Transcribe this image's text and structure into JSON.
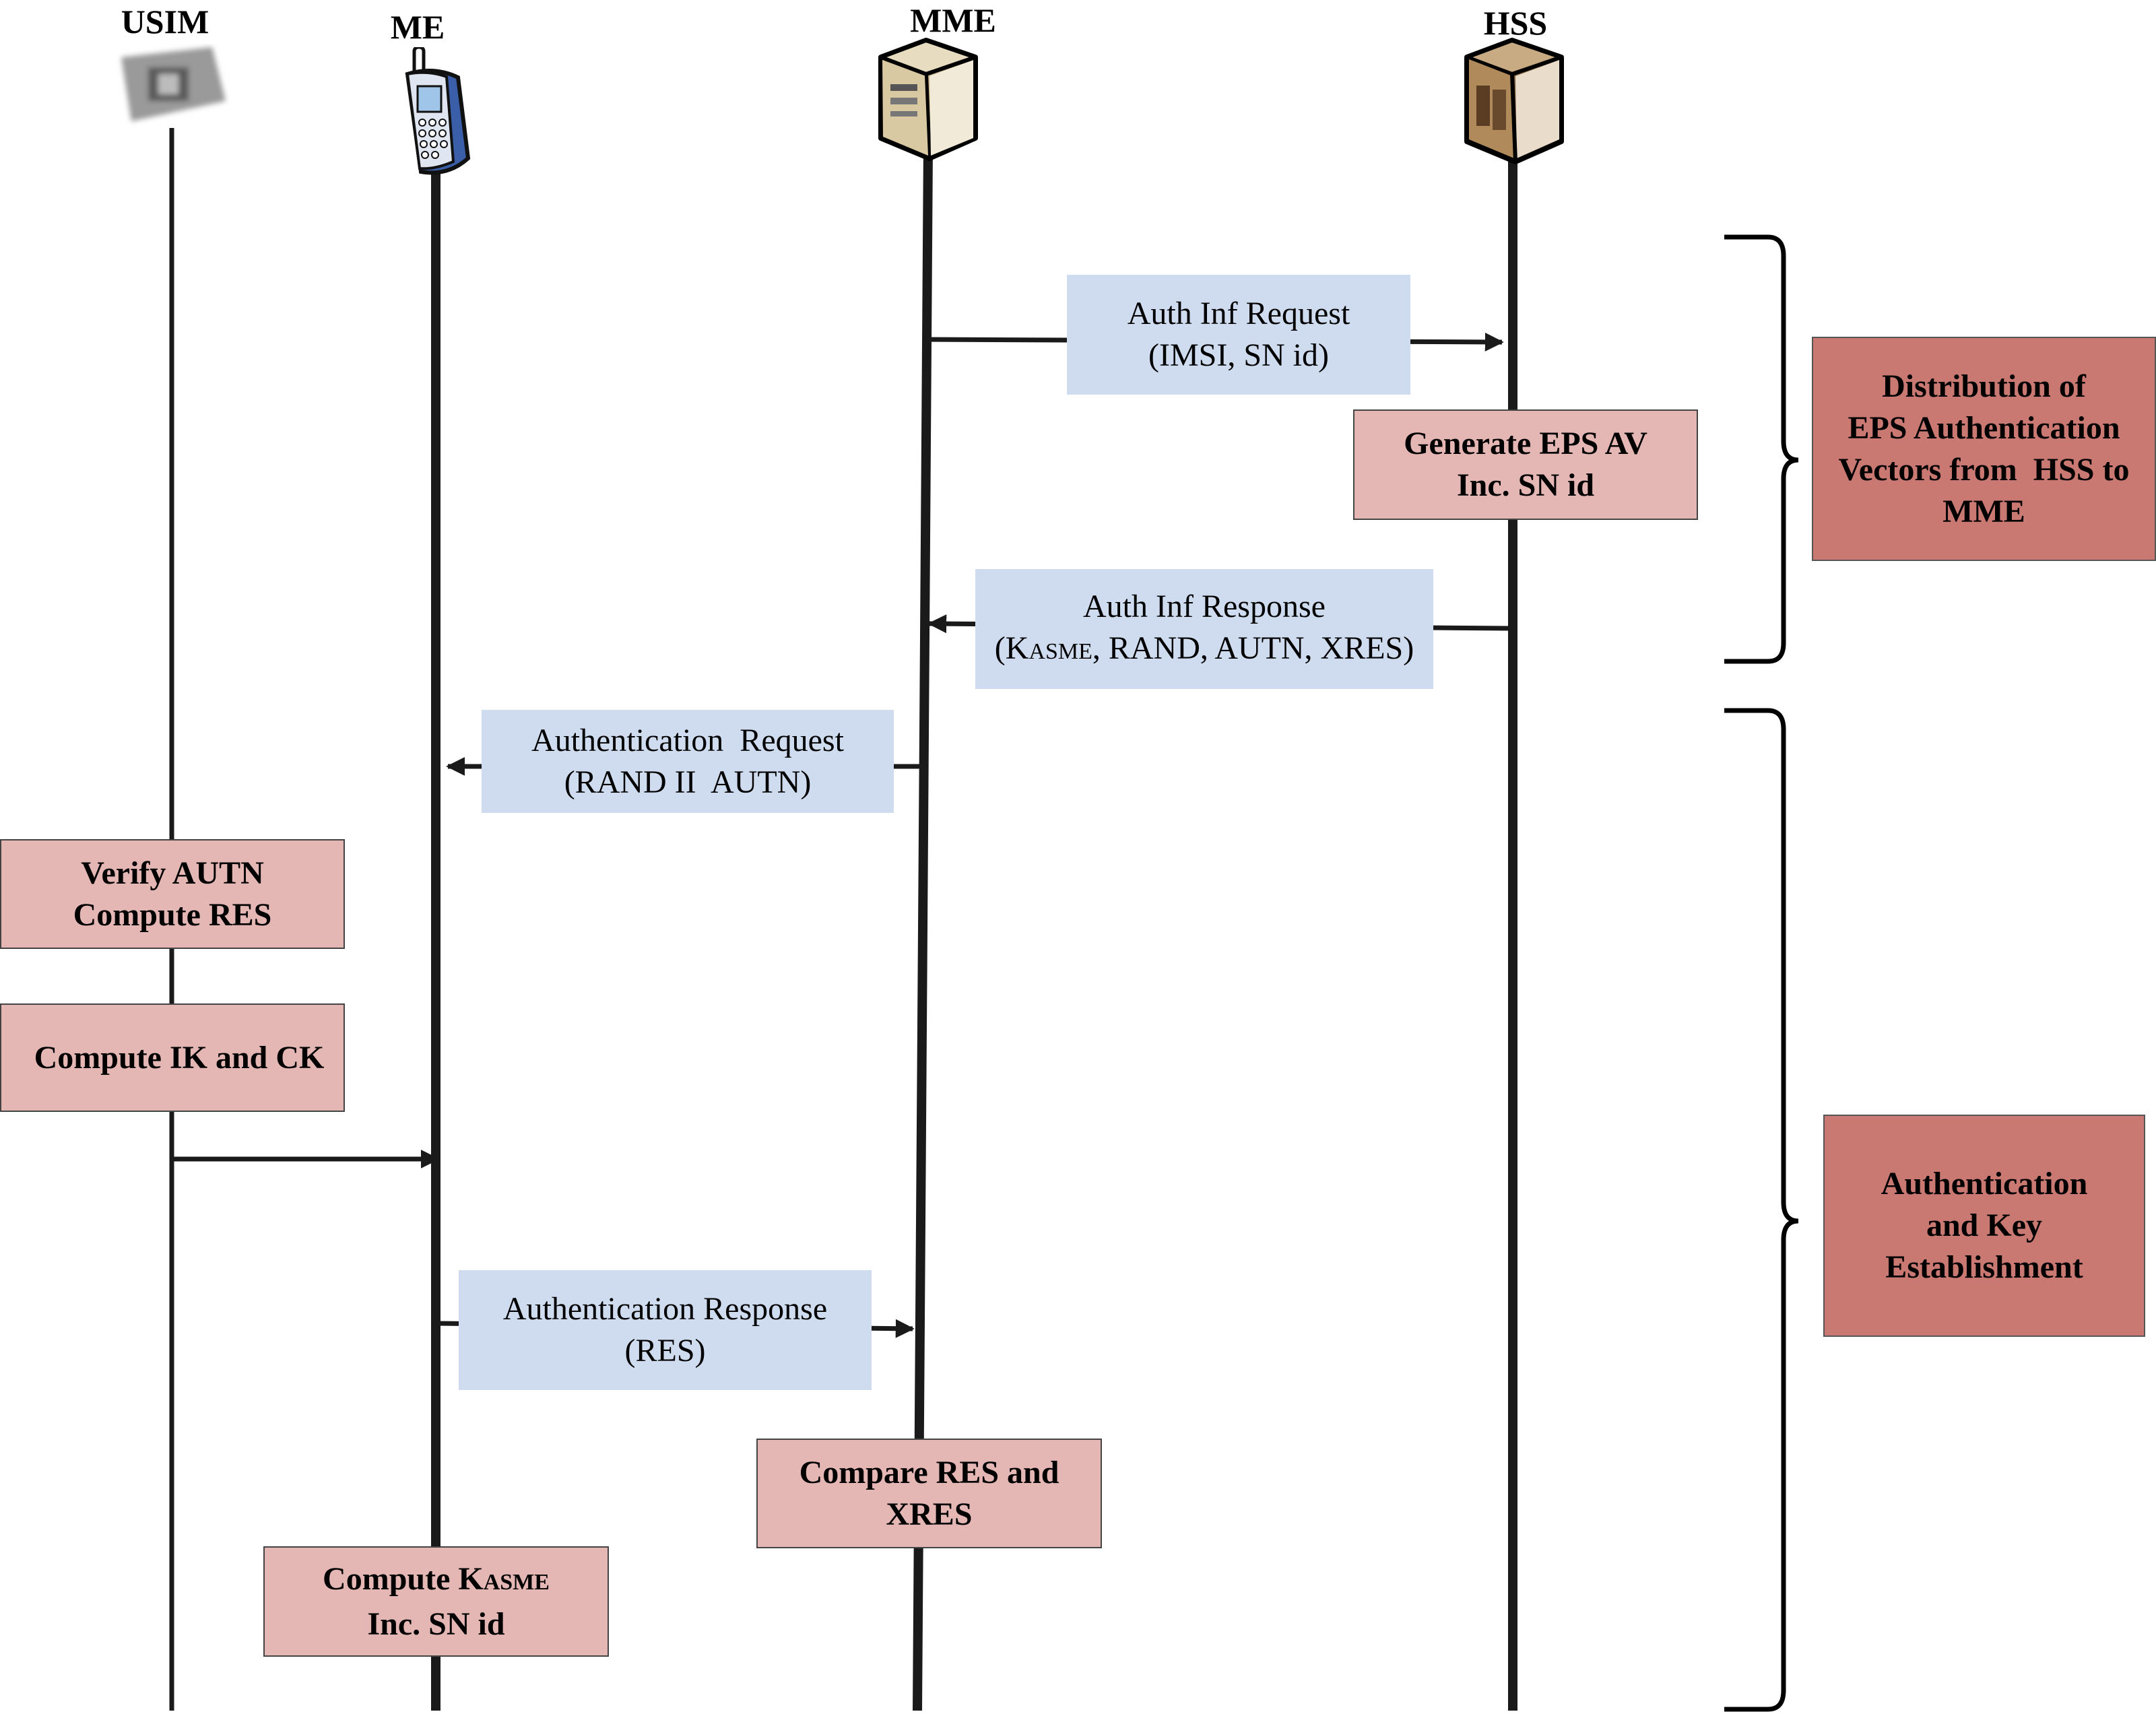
{
  "entities": {
    "usim": "USIM",
    "me": "ME",
    "mme": "MME",
    "hss": "HSS"
  },
  "messages": {
    "auth_inf_request": {
      "line1": "Auth Inf Request",
      "line2": "(IMSI, SN id)"
    },
    "auth_inf_response": {
      "line1": "Auth Inf Response",
      "line2_open": "(K",
      "line2_sub": "ASME",
      "line2_rest": ", RAND, AUTN, XRES)"
    },
    "authentication_request": {
      "line1": "Authentication  Request",
      "line2": "(RAND II  AUTN)"
    },
    "authentication_response": {
      "line1": "Authentication Response",
      "line2": "(RES)"
    }
  },
  "actions": {
    "generate_eps_av": {
      "line1": "Generate EPS AV",
      "line2": "Inc. SN id"
    },
    "verify_autn": {
      "line1": "Verify AUTN",
      "line2": "Compute RES"
    },
    "compute_ik_ck": {
      "line1": "Compute IK and CK"
    },
    "compare_res": {
      "line1": "Compare RES and",
      "line2": "XRES"
    },
    "compute_kasme": {
      "line1_prefix": "Compute K",
      "line1_sub": "ASME",
      "line2": "Inc. SN id"
    }
  },
  "phases": {
    "distribution": {
      "line1": "Distribution of",
      "line2": "EPS Authentication",
      "line3": "Vectors from  HSS to",
      "line4": "MME"
    },
    "auth_key": {
      "line1": "Authentication",
      "line2": "and Key",
      "line3": "Establishment"
    }
  },
  "colors": {
    "message_fill": "#cfdbee",
    "action_fill": "#e4b7b5",
    "phase_fill": "#c97872",
    "line": "#1a1a1a"
  }
}
